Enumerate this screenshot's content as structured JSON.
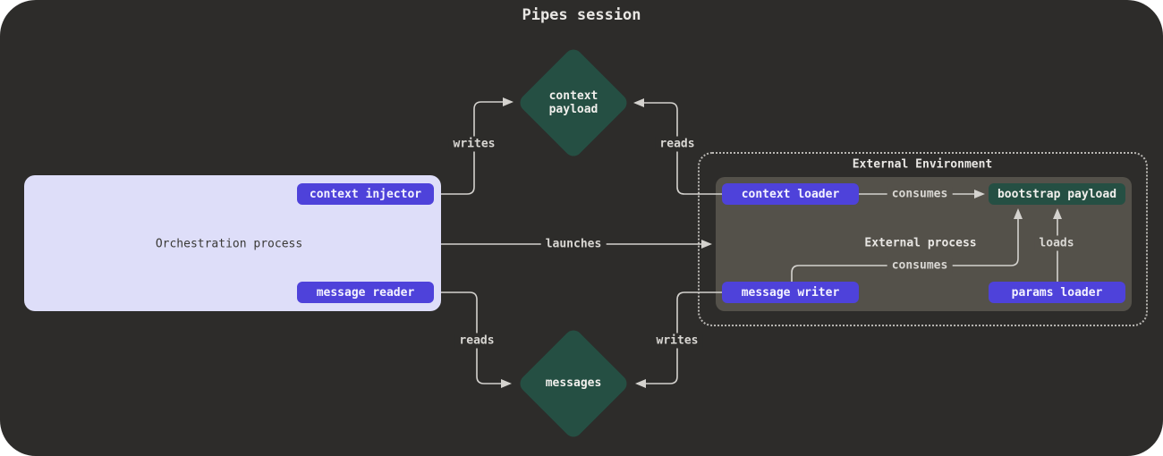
{
  "title": "Pipes session",
  "colors": {
    "canvas_bg": "#2d2c2a",
    "node_purple": "#4e42da",
    "node_green": "#254f43",
    "orchestration_bg": "#dedef9",
    "external_process_bg": "#54514a",
    "line": "#d4d2ce"
  },
  "nodes": {
    "context_payload": {
      "line1": "context",
      "line2": "payload"
    },
    "messages": {
      "label": "messages"
    },
    "orchestration": {
      "label": "Orchestration process",
      "context_injector": "context injector",
      "message_reader": "message reader"
    },
    "external_environment": {
      "label": "External Environment"
    },
    "external_process": {
      "label": "External process",
      "context_loader": "context loader",
      "bootstrap_payload": "bootstrap payload",
      "message_writer": "message writer",
      "params_loader": "params loader"
    }
  },
  "edges": {
    "injector_writes": "writes",
    "loader_reads": "reads",
    "launches": "launches",
    "loader_consumes": "consumes",
    "writer_consumes": "consumes",
    "params_loads": "loads",
    "reader_reads": "reads",
    "writer_writes": "writes"
  }
}
